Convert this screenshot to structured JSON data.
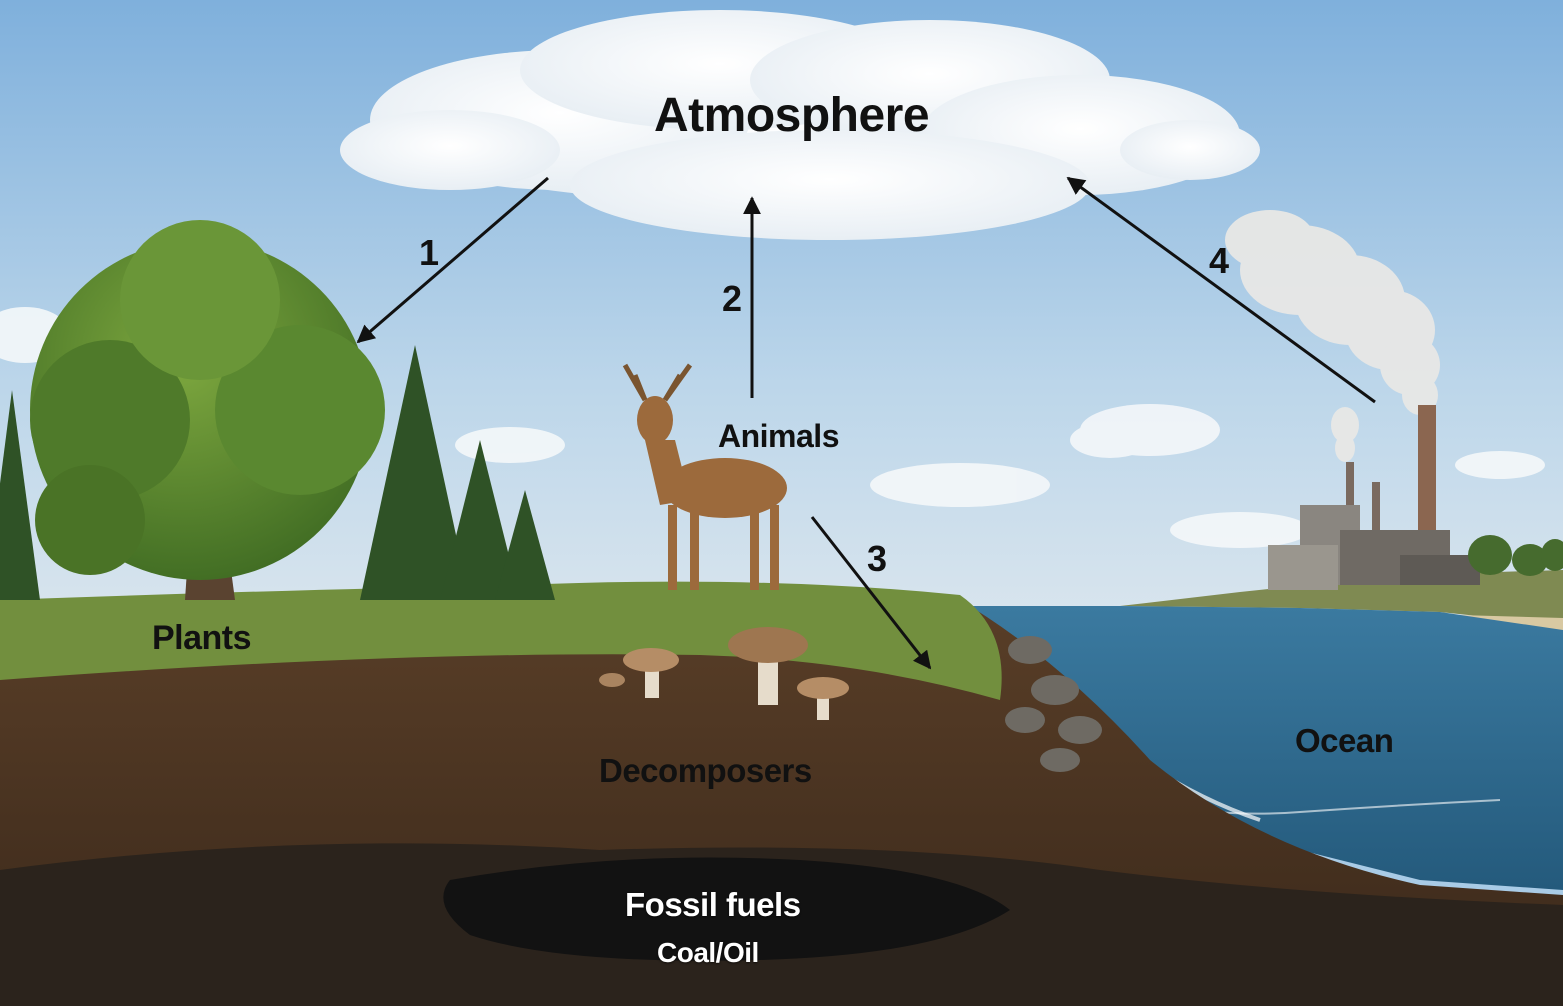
{
  "labels": {
    "atmosphere": "Atmosphere",
    "plants": "Plants",
    "animals": "Animals",
    "decomposers": "Decomposers",
    "ocean": "Ocean",
    "fossil_fuels": "Fossil fuels",
    "coal_oil": "Coal/Oil"
  },
  "arrows": {
    "a1": "1",
    "a2": "2",
    "a3": "3",
    "a4": "4"
  },
  "colors": {
    "label_text": "#111111",
    "underground_text": "#ffffff",
    "arrow": "#111111",
    "sky_top": "#7fb0dc",
    "ocean": "#2f6e92",
    "grass": "#6f8f3a",
    "soil": "#4a3422"
  }
}
